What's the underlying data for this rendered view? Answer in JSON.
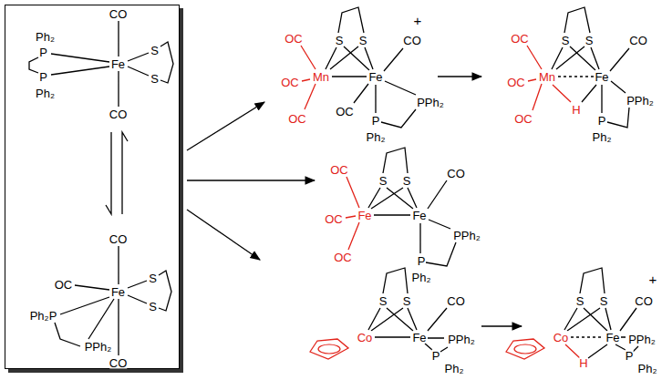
{
  "diagram": {
    "nodes": [
      {
        "text": [
          "CO",
          "Ph₂",
          "P",
          "Fe",
          "S",
          "S",
          "P",
          "Ph₂",
          "CO",
          "CO",
          "OC",
          "Fe",
          "S",
          "S",
          "Ph₂P",
          "PPh₂",
          "CO"
        ]
      }
    ],
    "labels": [
      "+",
      "S",
      "S",
      "OC",
      "CO",
      "Mn",
      "Fe",
      "OC",
      "PPh₂",
      "OC",
      "OC",
      "P",
      "Ph₂",
      "S",
      "S",
      "OC",
      "CO",
      "Mn",
      "Fe",
      "OC",
      "PPh₂",
      "H",
      "OC",
      "P",
      "Ph₂",
      "S",
      "S",
      "OC",
      "CO",
      "Fe",
      "Fe",
      "OC",
      "PPh₂",
      "OC",
      "P",
      "Ph₂",
      "+",
      "S",
      "S",
      "CO",
      "S",
      "S",
      "CO",
      "Co",
      "Fe",
      "PPh₂",
      "Co",
      "Fe",
      "PPh₂",
      "P",
      "P",
      "H",
      "Ph₂",
      "Ph₂"
    ]
  }
}
